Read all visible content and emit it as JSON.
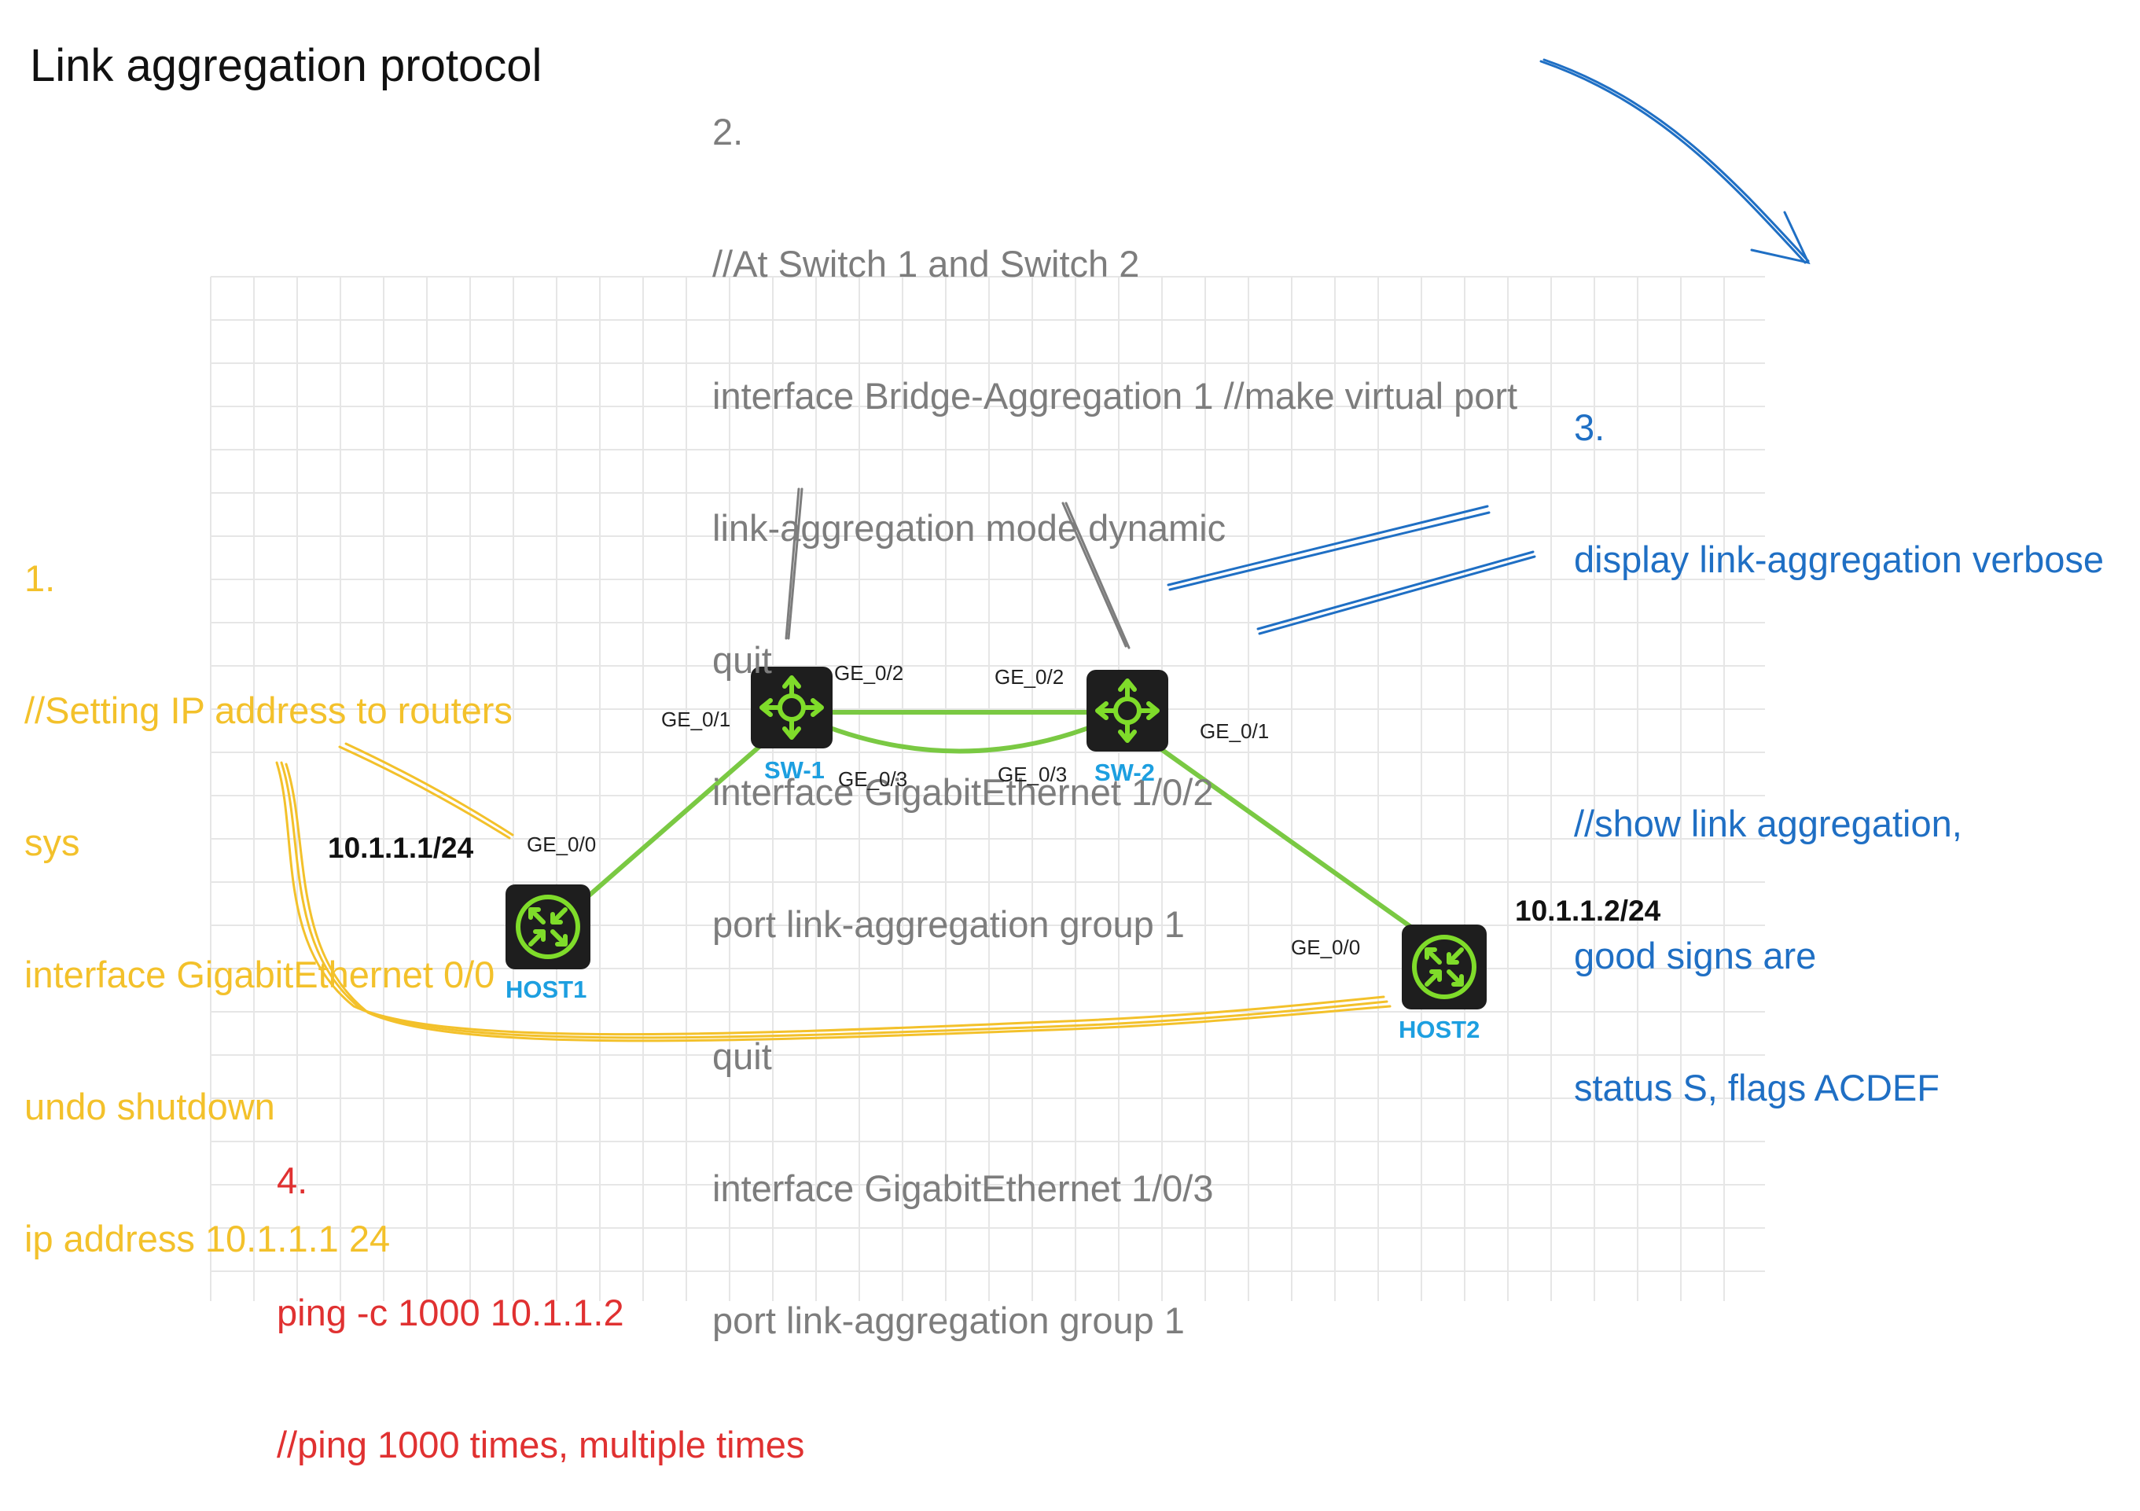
{
  "title": "Link aggregation protocol",
  "notes": {
    "switch_config": {
      "lines": [
        "2.",
        "//At Switch 1 and Switch 2",
        "interface Bridge-Aggregation 1 //make virtual port",
        "link-aggregation mode dynamic",
        "quit",
        "interface GigabitEthernet 1/0/2",
        "port link-aggregation group 1",
        "quit",
        "interface GigabitEthernet 1/0/3",
        "port link-aggregation group 1"
      ],
      "color": "#7d7d7d"
    },
    "verify": {
      "lines": [
        "3.",
        "display link-aggregation verbose",
        "",
        "//show link aggregation,",
        "good signs are",
        "status S, flags ACDEF"
      ],
      "color": "#1f6fc4"
    },
    "router_config": {
      "lines": [
        "1.",
        "//Setting IP address to routers",
        "sys",
        "interface GigabitEthernet 0/0",
        "undo shutdown",
        "ip address 10.1.1.1 24"
      ],
      "color": "#f3c12b"
    },
    "ping": {
      "lines": [
        "4.",
        "ping -c 1000 10.1.1.2",
        "//ping 1000 times, multiple times"
      ],
      "color": "#e03131"
    }
  },
  "devices": {
    "sw1": {
      "label": "SW-1",
      "icon": "switch-icon"
    },
    "sw2": {
      "label": "SW-2",
      "icon": "switch-icon"
    },
    "host1": {
      "label": "HOST1",
      "icon": "router-icon",
      "ip": "10.1.1.1/24"
    },
    "host2": {
      "label": "HOST2",
      "icon": "router-icon",
      "ip": "10.1.1.2/24"
    }
  },
  "ports": {
    "sw1_ge01": "GE_0/1",
    "sw1_ge02": "GE_0/2",
    "sw1_ge03": "GE_0/3",
    "sw2_ge02": "GE_0/2",
    "sw2_ge03": "GE_0/3",
    "sw2_ge01": "GE_0/1",
    "host1_ge00": "GE_0/0",
    "host2_ge00": "GE_0/0"
  },
  "colors": {
    "link": "#7ac943",
    "device_body": "#1e1e1e",
    "device_accent": "#7fdc2a",
    "device_label": "#1d9fe0",
    "grid": "#e6e6e6"
  }
}
